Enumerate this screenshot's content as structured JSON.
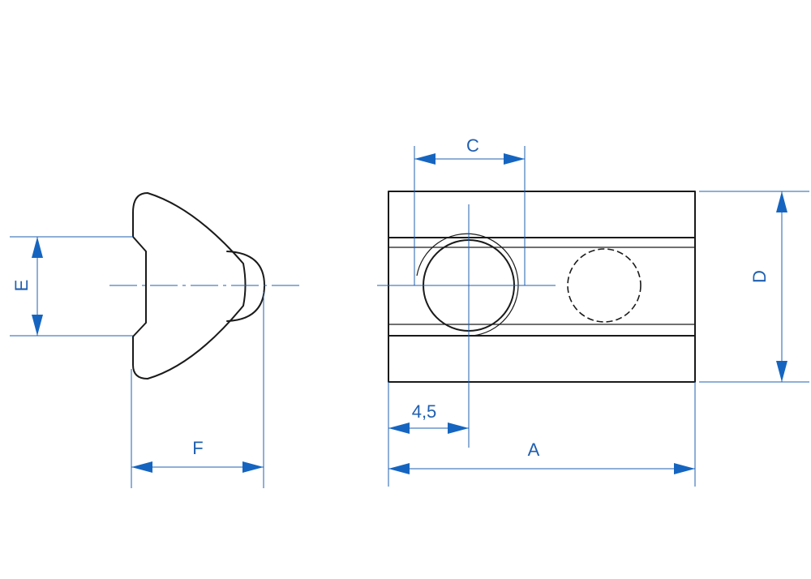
{
  "colors": {
    "dimension": "#1f5fb0",
    "arrow": "#1565c0",
    "outline": "#1a1a1a",
    "background": "#ffffff"
  },
  "labels": {
    "E": "E",
    "F": "F",
    "C": "C",
    "D": "D",
    "A": "A",
    "offset": "4,5"
  }
}
